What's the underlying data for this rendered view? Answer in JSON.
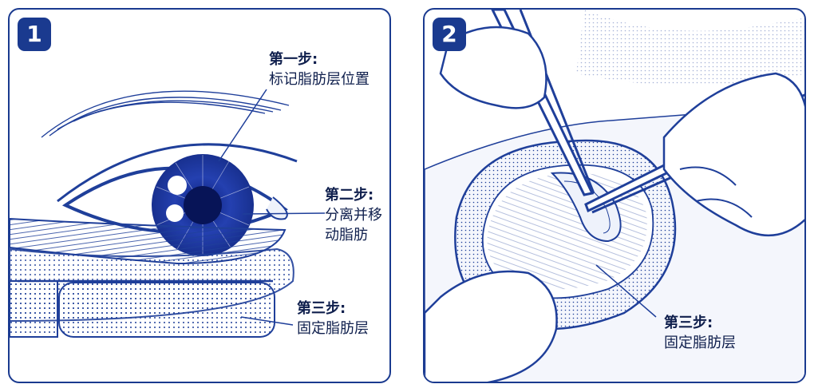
{
  "colors": {
    "accent": "#1a3a8f",
    "line": "#1f3f9a",
    "pale": "#eef2fb",
    "text": "#0f1f4d"
  },
  "panel1": {
    "badge": "1",
    "step1": {
      "title": "第一步:",
      "desc": "标记脂肪层位置"
    },
    "step2": {
      "title": "第二步:",
      "desc_line1": "分离并移",
      "desc_line2": "动脂肪"
    },
    "step3": {
      "title": "第三步:",
      "desc": "固定脂肪层"
    }
  },
  "panel2": {
    "badge": "2",
    "step3": {
      "title": "第三步:",
      "desc": "固定脂肪层"
    }
  }
}
